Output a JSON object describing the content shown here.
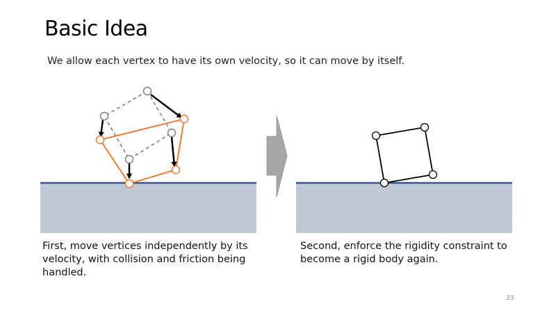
{
  "slide": {
    "title": "Basic Idea",
    "subtitle": "We allow each vertex to have its own velocity, so it can move by itself.",
    "captions": {
      "left": "First, move vertices independently by its velocity, with collision and friction being handled.",
      "right": "Second, enforce the rigidity constraint to become a rigid body again."
    },
    "page_number": "33"
  },
  "colors": {
    "ground_fill": "#c0cad7",
    "ground_line": "#2f5597",
    "moved_shape": "#ed7d31",
    "original_shape": "#7f7f7f",
    "velocity_arrow": "#000000",
    "transition_arrow": "#a6a6a6",
    "rigid_shape": "#000000"
  },
  "icons": {
    "transition": "right-arrow-icon"
  }
}
